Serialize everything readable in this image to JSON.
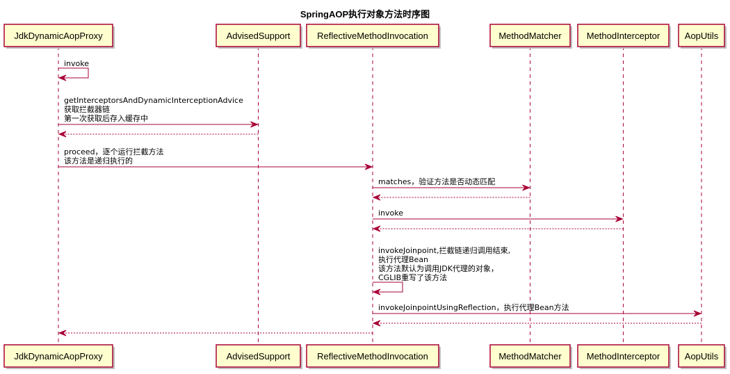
{
  "title": "SpringAOP执行对象方法时序图",
  "colors": {
    "accent": "#A80036",
    "box_fill": "#FEFECE",
    "box_shadow": "#C0C0C0"
  },
  "participants": [
    {
      "id": "jdk",
      "label": "JdkDynamicAopProxy"
    },
    {
      "id": "adv",
      "label": "AdvisedSupport"
    },
    {
      "id": "rmi",
      "label": "ReflectiveMethodInvocation"
    },
    {
      "id": "mm",
      "label": "MethodMatcher"
    },
    {
      "id": "mi",
      "label": "MethodInterceptor"
    },
    {
      "id": "aop",
      "label": "AopUtils"
    }
  ],
  "messages": [
    {
      "from": "jdk",
      "to": "jdk",
      "dashed": false,
      "lines": [
        "invoke"
      ]
    },
    {
      "from": "jdk",
      "to": "adv",
      "dashed": false,
      "lines": [
        "getInterceptorsAndDynamicInterceptionAdvice",
        "获取拦截器链",
        "第一次获取后存入缓存中"
      ]
    },
    {
      "from": "adv",
      "to": "jdk",
      "dashed": true,
      "lines": []
    },
    {
      "from": "jdk",
      "to": "rmi",
      "dashed": false,
      "lines": [
        "proceed，逐个运行拦截方法",
        "该方法是递归执行的"
      ]
    },
    {
      "from": "rmi",
      "to": "mm",
      "dashed": false,
      "lines": [
        "matches，验证方法是否动态匹配"
      ]
    },
    {
      "from": "mm",
      "to": "rmi",
      "dashed": true,
      "lines": []
    },
    {
      "from": "rmi",
      "to": "mi",
      "dashed": false,
      "lines": [
        "invoke"
      ]
    },
    {
      "from": "mi",
      "to": "rmi",
      "dashed": true,
      "lines": []
    },
    {
      "from": "rmi",
      "to": "rmi",
      "dashed": false,
      "lines": [
        "invokeJoinpoint,拦截链递归调用结束,",
        "执行代理Bean",
        "该方法默认为调用JDK代理的对象，",
        "CGLIB重写了该方法"
      ]
    },
    {
      "from": "rmi",
      "to": "aop",
      "dashed": false,
      "lines": [
        "invokeJoinpointUsingReflection，执行代理Bean方法"
      ]
    },
    {
      "from": "aop",
      "to": "rmi",
      "dashed": true,
      "lines": []
    },
    {
      "from": "rmi",
      "to": "jdk",
      "dashed": true,
      "lines": []
    }
  ]
}
